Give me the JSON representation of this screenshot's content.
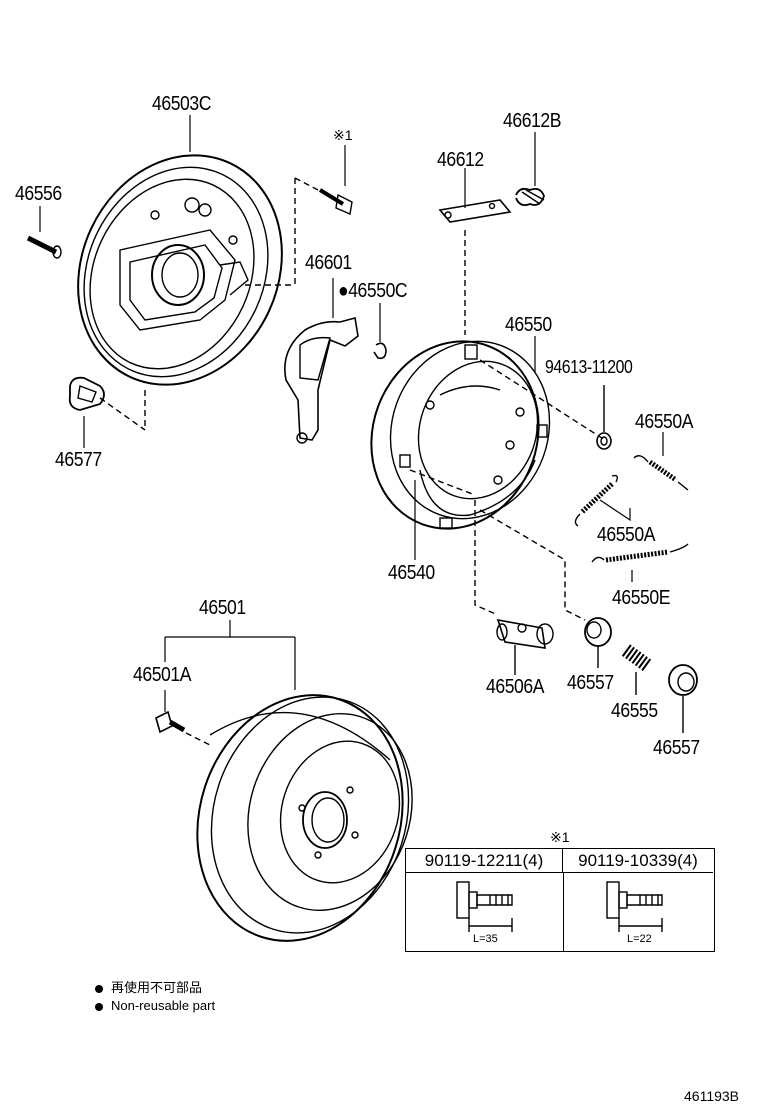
{
  "labels": {
    "p46503C": "46503C",
    "p46556": "46556",
    "p46577": "46577",
    "ref1": "※1",
    "p46612B": "46612B",
    "p46612": "46612",
    "p46601": "46601",
    "p46550C": "●46550C",
    "p46550": "46550",
    "p94613": "94613-11200",
    "p46550A_1": "46550A",
    "p46550A_2": "46550A",
    "p46550E": "46550E",
    "p46540": "46540",
    "p46501": "46501",
    "p46501A": "46501A",
    "p46506A": "46506A",
    "p46557_1": "46557",
    "p46555": "46555",
    "p46557_2": "46557"
  },
  "bolt_table": {
    "ref_mark": "※1",
    "col1_header": "90119-12211(4)",
    "col2_header": "90119-10339(4)",
    "col1_length": "L=35",
    "col2_length": "L=22"
  },
  "notes": {
    "line1": "再使用不可部品",
    "line2": "Non-reusable part"
  },
  "figure_code": "461193B"
}
